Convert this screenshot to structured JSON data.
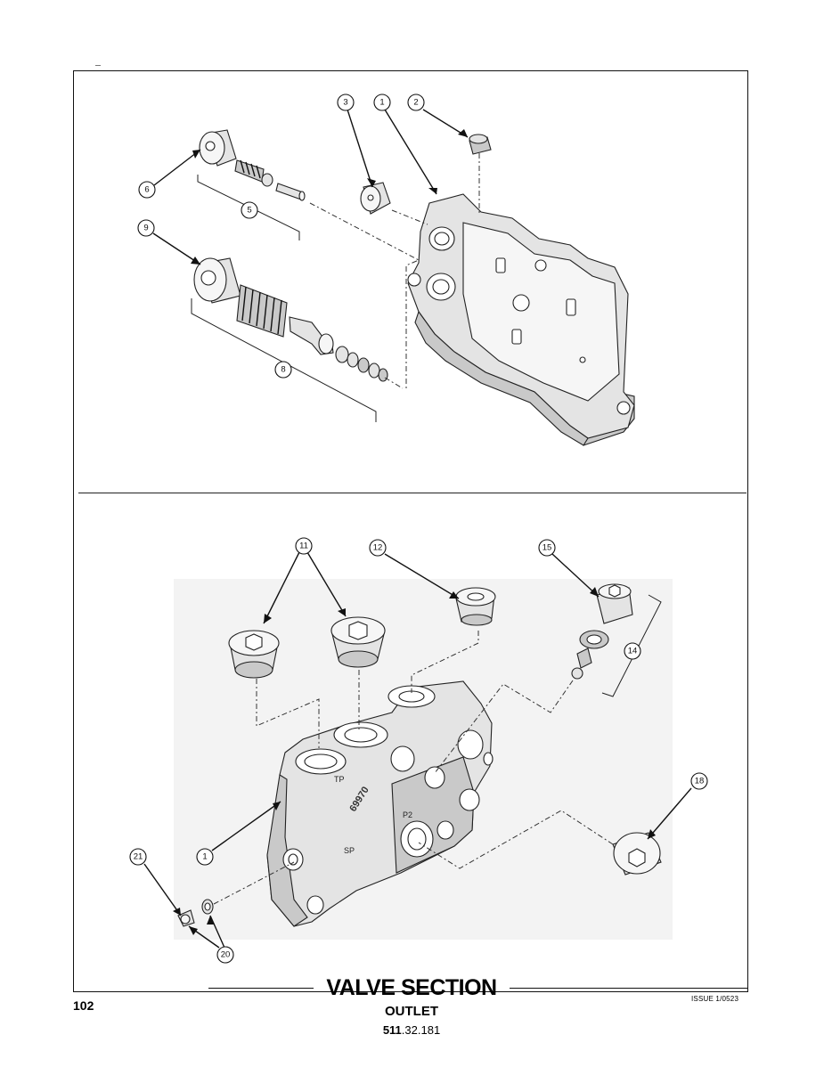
{
  "title": "VALVE SECTION",
  "subtitle": "OUTLET",
  "part_number": {
    "bold": "511",
    "rest": ".32.181"
  },
  "page_number": "102",
  "issue": "ISSUE 1/0523",
  "stamp_text": "69970",
  "port_labels": [
    "TP",
    "SP",
    "P2"
  ],
  "callouts": {
    "top": [
      "3",
      "1",
      "2",
      "6",
      "5",
      "9",
      "8"
    ],
    "bottom": [
      "11",
      "12",
      "15",
      "14",
      "18",
      "1",
      "21",
      "20"
    ]
  }
}
